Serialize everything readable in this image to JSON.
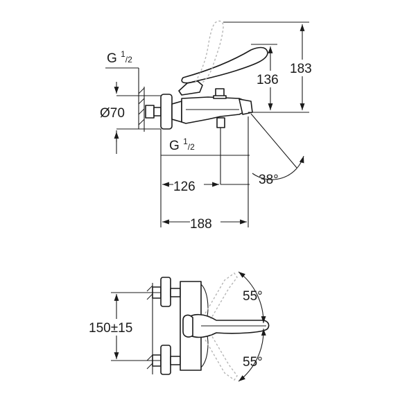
{
  "side_view": {
    "thread_top": {
      "base": "G ",
      "sup": "1",
      "sub": "/2"
    },
    "thread_bottom": {
      "base": "G ",
      "sup": "1",
      "sub": "/2"
    },
    "diameter": "Ø70",
    "height_136": "136",
    "height_183": "183",
    "depth_126": "126",
    "depth_188": "188",
    "angle_spout": "38°"
  },
  "top_view": {
    "spacing": "150±15",
    "angle_upper": "55°",
    "angle_lower": "55°"
  },
  "colors": {
    "line": "#1a1a1a",
    "ghost_line": "#b5b5b5",
    "background": "#ffffff"
  }
}
